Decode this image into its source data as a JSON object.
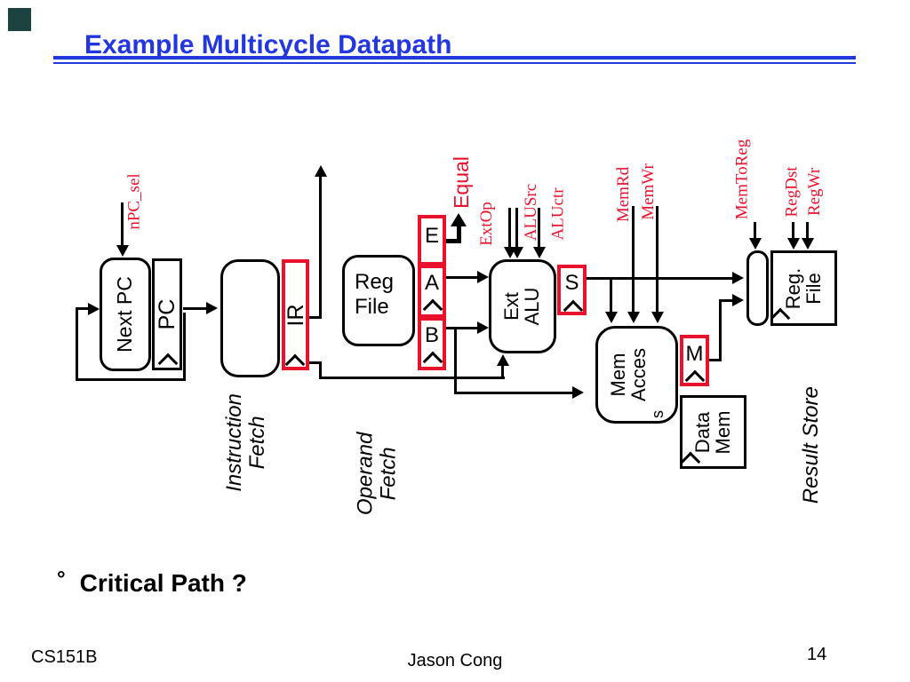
{
  "slide": {
    "title": "Example Multicycle Datapath",
    "bullet_symbol": "°",
    "bullet_text": "Critical Path ?",
    "footer_left": "CS151B",
    "footer_center": "Jason Cong",
    "page_number": "14"
  },
  "colors": {
    "title_blue": "#2337DF",
    "signal_red": "#E8122D",
    "line_black": "#000000",
    "corner_square_teal": "#1C4340"
  },
  "diagram": {
    "blocks": {
      "next_pc": {
        "label": "Next PC"
      },
      "pc": {
        "label": "PC"
      },
      "ir": {
        "label": "IR"
      },
      "reg_file": {
        "line1": "Reg",
        "line2": "File"
      },
      "e_reg": {
        "label": "E"
      },
      "a_reg": {
        "label": "A"
      },
      "b_reg": {
        "label": "B"
      },
      "alu": {
        "line1": "Ext",
        "line2": "ALU"
      },
      "s_reg": {
        "label": "S"
      },
      "mem_access": {
        "line1": "Mem",
        "line2": "Acces",
        "line3": "s"
      },
      "m_reg": {
        "label": "M"
      },
      "data_mem": {
        "line1": "Data",
        "line2": "Mem"
      },
      "reg_file_wb": {
        "line1": "Reg.",
        "line2": "File"
      }
    },
    "control_signals": {
      "npc_sel": "nPC_sel",
      "equal": "Equal",
      "extop": "ExtOp",
      "alusrc": "ALUSrc",
      "aluctr": "ALUctr",
      "memrd": "MemRd",
      "memwr": "MemWr",
      "memtoreg": "MemToReg",
      "regdst": "RegDst",
      "regwr": "RegWr"
    },
    "stage_labels": {
      "instruction_fetch": {
        "line1": "Instruction",
        "line2": "Fetch"
      },
      "operand_fetch": {
        "line1": "Operand",
        "line2": "Fetch"
      },
      "result_store": "Result Store"
    }
  }
}
